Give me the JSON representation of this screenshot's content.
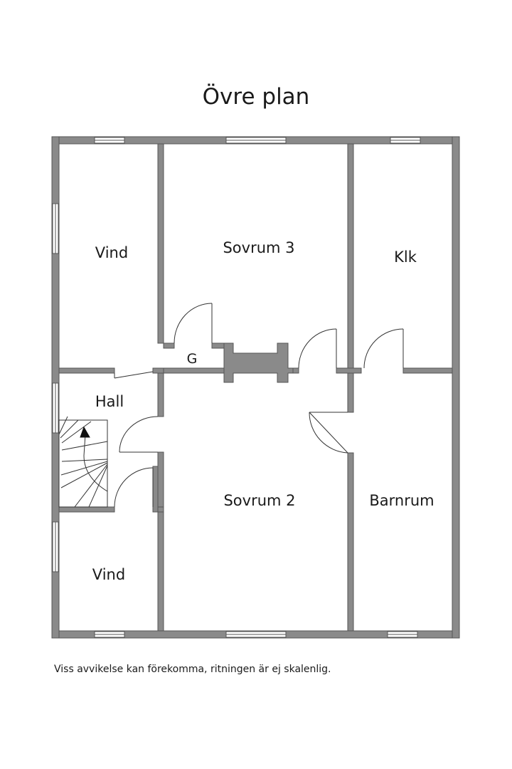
{
  "title": "Övre plan",
  "rooms": {
    "vind_top": "Vind",
    "sovrum3": "Sovrum 3",
    "klk": "Klk",
    "g": "G",
    "hall": "Hall",
    "sovrum2": "Sovrum 2",
    "barnrum": "Barnrum",
    "vind_bottom": "Vind"
  },
  "disclaimer": "Viss avvikelse kan förekomma, ritningen är ej skalenlig.",
  "colors": {
    "wall": "#8a8a8a",
    "wall_stroke": "#555555",
    "line": "#333333"
  }
}
